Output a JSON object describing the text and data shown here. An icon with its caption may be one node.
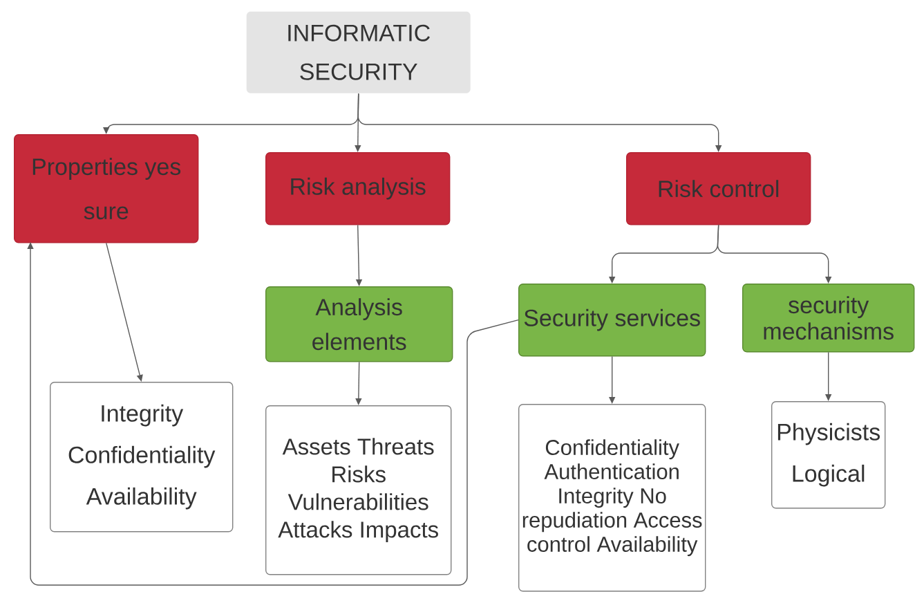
{
  "diagram": {
    "nodes": [
      {
        "text": [
          "INFORMATIC SECURITY"
        ]
      },
      {
        "text": [
          "Properties yes sure"
        ]
      },
      {
        "text": [
          "Risk analysis"
        ]
      },
      {
        "text": [
          "Risk control"
        ]
      },
      {
        "text": [
          "Analysis elements"
        ]
      },
      {
        "text": [
          "Security services"
        ]
      },
      {
        "text": [
          "security mechanisms"
        ]
      },
      {
        "text": [
          "Integrity",
          "Confidentiality",
          "Availability"
        ]
      },
      {
        "text": [
          "Assets Threats Risks Vulnerabilities Attacks Impacts"
        ]
      },
      {
        "text": [
          "Confidentiality Authentication Integrity No repudiation Access control Availability"
        ]
      },
      {
        "text": [
          "Physicists",
          "Logical"
        ]
      }
    ],
    "edges": [
      {
        "from": 0,
        "to": 1,
        "arrow": "to"
      },
      {
        "from": 0,
        "to": 2,
        "arrow": "to"
      },
      {
        "from": 0,
        "to": 3,
        "arrow": "to"
      },
      {
        "from": 1,
        "to": 7,
        "arrow": "to"
      },
      {
        "from": 2,
        "to": 4,
        "arrow": "to"
      },
      {
        "from": 4,
        "to": 8,
        "arrow": "to"
      },
      {
        "from": 3,
        "to": 5,
        "arrow": "to"
      },
      {
        "from": 3,
        "to": 6,
        "arrow": "to"
      },
      {
        "from": 5,
        "to": 9,
        "arrow": "to"
      },
      {
        "from": 6,
        "to": 10,
        "arrow": "to"
      },
      {
        "from": 5,
        "to": 1,
        "arrow": "to"
      }
    ]
  }
}
